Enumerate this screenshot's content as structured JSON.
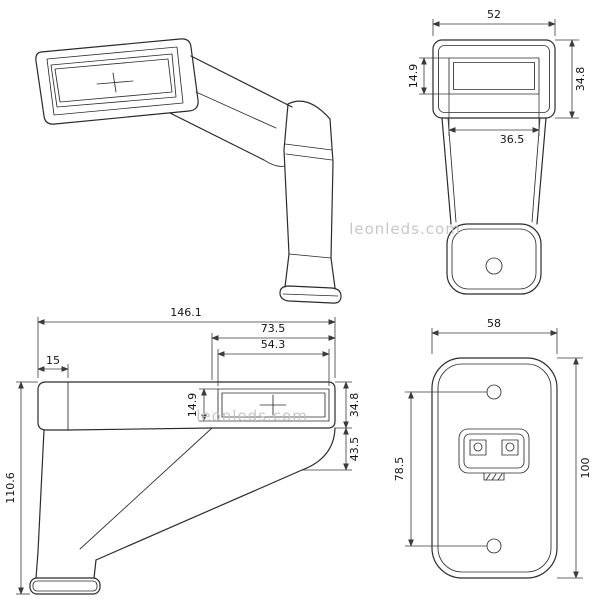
{
  "drawing": {
    "watermark": "leonleds.com",
    "front_view": {
      "width": "52",
      "lens_height": "14.9",
      "head_height": "34.8",
      "lens_width": "36.5"
    },
    "side_view": {
      "total_length": "146.1",
      "head_length": "73.5",
      "lens_width": "54.3",
      "end_cap": "15",
      "lens_height": "14.9",
      "head_height": "34.8",
      "skirt_height": "43.5",
      "total_height": "110.6"
    },
    "rear_view": {
      "width": "58",
      "hole_spacing": "78.5",
      "height": "100"
    }
  }
}
